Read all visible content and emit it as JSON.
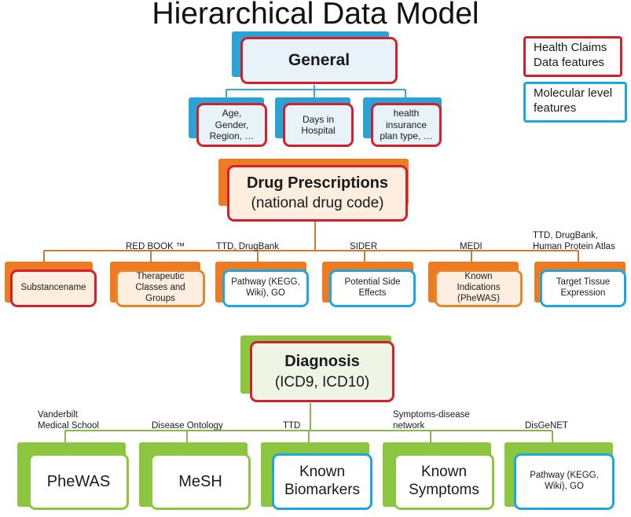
{
  "title": "Hierarchical Data Model",
  "legend": {
    "health_claims": "Health Claims\nData features",
    "molecular": "Molecular level\nfeatures"
  },
  "general": {
    "label": "General",
    "children": [
      "Age,\nGender,\nRegion, …",
      "Days in\nHospital",
      "health\ninsurance\nplan type, …"
    ]
  },
  "drug": {
    "label_line1": "Drug Prescriptions",
    "label_line2": "(national drug code)",
    "sources": [
      "RED BOOK ™",
      "TTD, DrugBank",
      "SIDER",
      "MEDI",
      "TTD, DrugBank,\nHuman Protein Atlas"
    ],
    "children": [
      "Substancename",
      "Therapeutic\nClasses and\nGroups",
      "Pathway (KEGG,\nWiki), GO",
      "Potential Side\nEffects",
      "Known\nIndications\n(PheWAS)",
      "Target Tissue\nExpression"
    ]
  },
  "diagnosis": {
    "label_line1": "Diagnosis",
    "label_line2": "(ICD9, ICD10)",
    "sources": [
      "Vanderbilt\nMedical School",
      "Disease Ontology",
      "TTD",
      "Symptoms-disease\nnetwork",
      "DisGeNET"
    ],
    "children": [
      "PheWAS",
      "MeSH",
      "Known\nBiomarkers",
      "Known\nSymptoms",
      "Pathway (KEGG,\nWiki), GO"
    ]
  },
  "colors": {
    "red": "#d4202c",
    "blue": "#1ba8e0",
    "orange": "#e8862a",
    "green": "#8cc63e"
  }
}
